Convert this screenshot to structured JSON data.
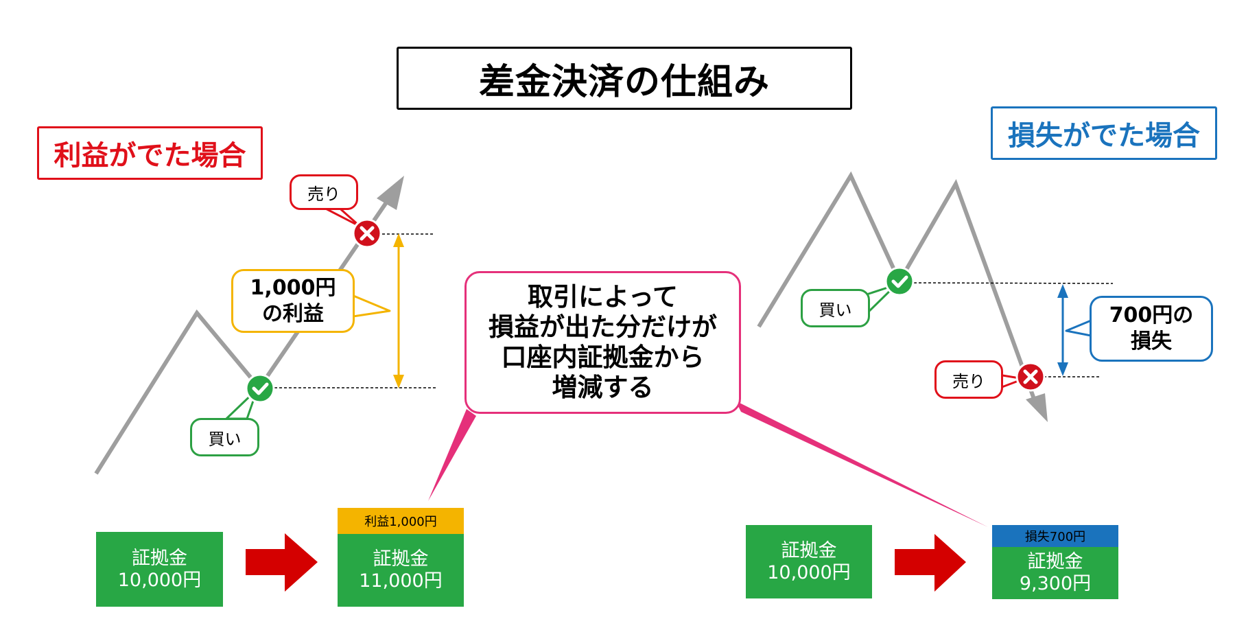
{
  "title": "差金決済の仕組み",
  "profit_case": {
    "heading": "利益がでた場合",
    "sell_label": "売り",
    "buy_label": "買い",
    "gain_line1": "1,000円",
    "gain_line2": "の利益",
    "before": {
      "line1": "証拠金",
      "line2": "10,000円"
    },
    "after": {
      "strip": "利益1,000円",
      "line1": "証拠金",
      "line2": "11,000円"
    }
  },
  "loss_case": {
    "heading": "損失がでた場合",
    "buy_label": "買い",
    "sell_label": "売り",
    "loss_line1": "700円の",
    "loss_line2": "損失",
    "before": {
      "line1": "証拠金",
      "line2": "10,000円"
    },
    "after": {
      "strip": "損失700円",
      "line1": "証拠金",
      "line2": "9,300円"
    }
  },
  "center_note": {
    "line1": "取引によって",
    "line2": "損益が出た分だけが",
    "line3": "口座内証拠金から",
    "line4": "増減する"
  },
  "colors": {
    "profit": "#e0101a",
    "loss": "#1a73bd",
    "margin_block": "#28a745",
    "profit_strip": "#f4b400",
    "loss_strip": "#1a73bd",
    "note": "#e5307a",
    "arrow": "#d40000",
    "price_line": "#9e9e9e"
  }
}
